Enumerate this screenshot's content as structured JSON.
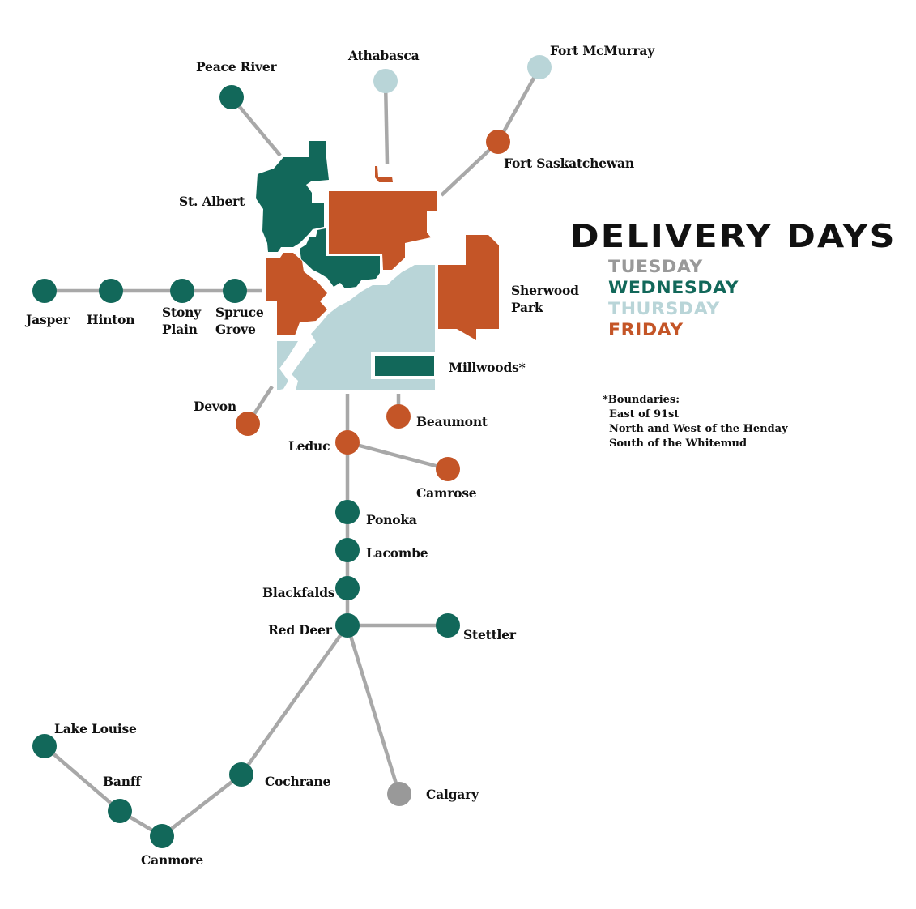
{
  "legend": {
    "title": "DELIVERY DAYS",
    "days": [
      {
        "label": "TUESDAY",
        "color": "#999999"
      },
      {
        "label": "WEDNESDAY",
        "color": "#12685a"
      },
      {
        "label": "THURSDAY",
        "color": "#b9d5d8"
      },
      {
        "label": "FRIDAY",
        "color": "#c45527"
      }
    ]
  },
  "colors": {
    "tuesday": "#999999",
    "wednesday": "#12685a",
    "thursday": "#b9d5d8",
    "friday": "#c45527",
    "road": "#a8a8a8"
  },
  "note": {
    "heading": "*Boundaries:",
    "lines": [
      "East of 91st",
      "North and West of the Henday",
      "South of the Whitemud"
    ]
  },
  "edmonton_zones": {
    "st_albert": {
      "label": "St. Albert",
      "day": "wednesday"
    },
    "sherwood_park": {
      "label_line1": "Sherwood",
      "label_line2": "Park",
      "day": "friday"
    },
    "millwoods": {
      "label": "Millwoods*",
      "day": "wednesday"
    },
    "north_east": {
      "day": "friday"
    },
    "north_central": {
      "day": "wednesday"
    },
    "west": {
      "day": "friday"
    },
    "south": {
      "day": "thursday"
    }
  },
  "towns": {
    "peace_river": {
      "label": "Peace River",
      "day": "wednesday"
    },
    "athabasca": {
      "label": "Athabasca",
      "day": "thursday"
    },
    "fort_mcmurray": {
      "label": "Fort McMurray",
      "day": "thursday"
    },
    "fort_saskatchewan": {
      "label": "Fort Saskatchewan",
      "day": "friday"
    },
    "jasper": {
      "label": "Jasper",
      "day": "wednesday"
    },
    "hinton": {
      "label": "Hinton",
      "day": "wednesday"
    },
    "stony_plain": {
      "label_line1": "Stony",
      "label_line2": "Plain",
      "day": "wednesday"
    },
    "spruce_grove": {
      "label_line1": "Spruce",
      "label_line2": "Grove",
      "day": "wednesday"
    },
    "devon": {
      "label": "Devon",
      "day": "friday"
    },
    "beaumont": {
      "label": "Beaumont",
      "day": "friday"
    },
    "leduc": {
      "label": "Leduc",
      "day": "friday"
    },
    "camrose": {
      "label": "Camrose",
      "day": "friday"
    },
    "ponoka": {
      "label": "Ponoka",
      "day": "wednesday"
    },
    "lacombe": {
      "label": "Lacombe",
      "day": "wednesday"
    },
    "blackfalds": {
      "label": "Blackfalds",
      "day": "wednesday"
    },
    "red_deer": {
      "label": "Red Deer",
      "day": "wednesday"
    },
    "stettler": {
      "label": "Stettler",
      "day": "wednesday"
    },
    "lake_louise": {
      "label": "Lake Louise",
      "day": "wednesday"
    },
    "banff": {
      "label": "Banff",
      "day": "wednesday"
    },
    "canmore": {
      "label": "Canmore",
      "day": "wednesday"
    },
    "cochrane": {
      "label": "Cochrane",
      "day": "wednesday"
    },
    "calgary": {
      "label": "Calgary",
      "day": "tuesday"
    }
  }
}
